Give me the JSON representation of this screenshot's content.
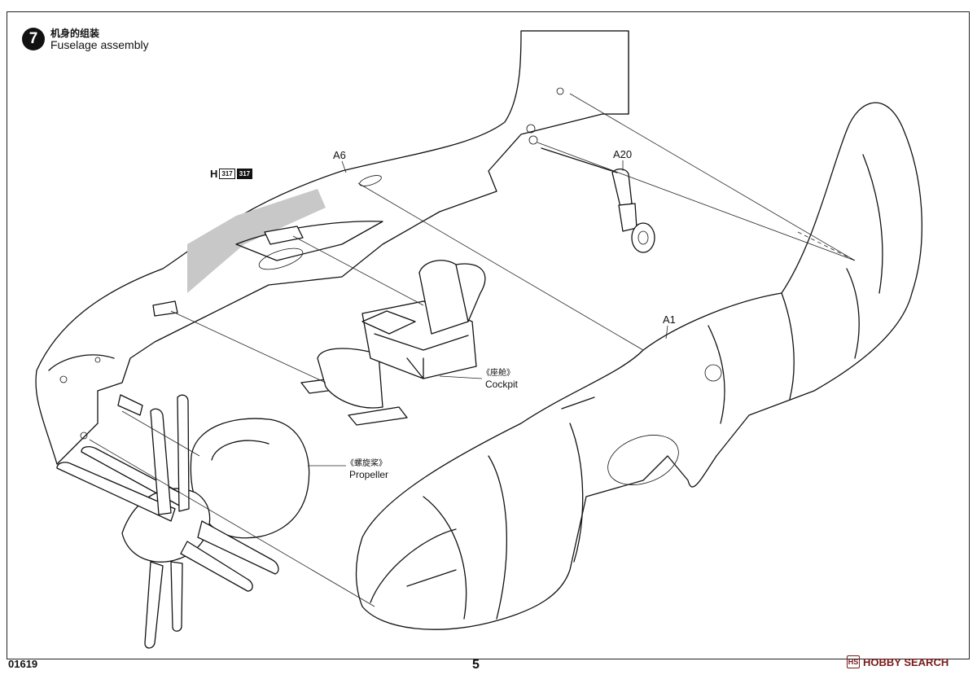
{
  "header": {
    "step_number": "7",
    "title_cn": "机身的组装",
    "title_en": "Fuselage assembly"
  },
  "paint_mark": {
    "letter": "H",
    "code_outline": "317",
    "code_filled": "317"
  },
  "parts": {
    "a6": "A6",
    "a20": "A20",
    "a1": "A1"
  },
  "callouts": {
    "cockpit_cn": "《座舱》",
    "cockpit_en": "Cockpit",
    "propeller_cn": "《螺旋桨》",
    "propeller_en": "Propeller"
  },
  "footer": {
    "catalog_number": "01619",
    "page_number": "5",
    "watermark": "HOBBY SEARCH",
    "watermark_logo": "HS"
  }
}
